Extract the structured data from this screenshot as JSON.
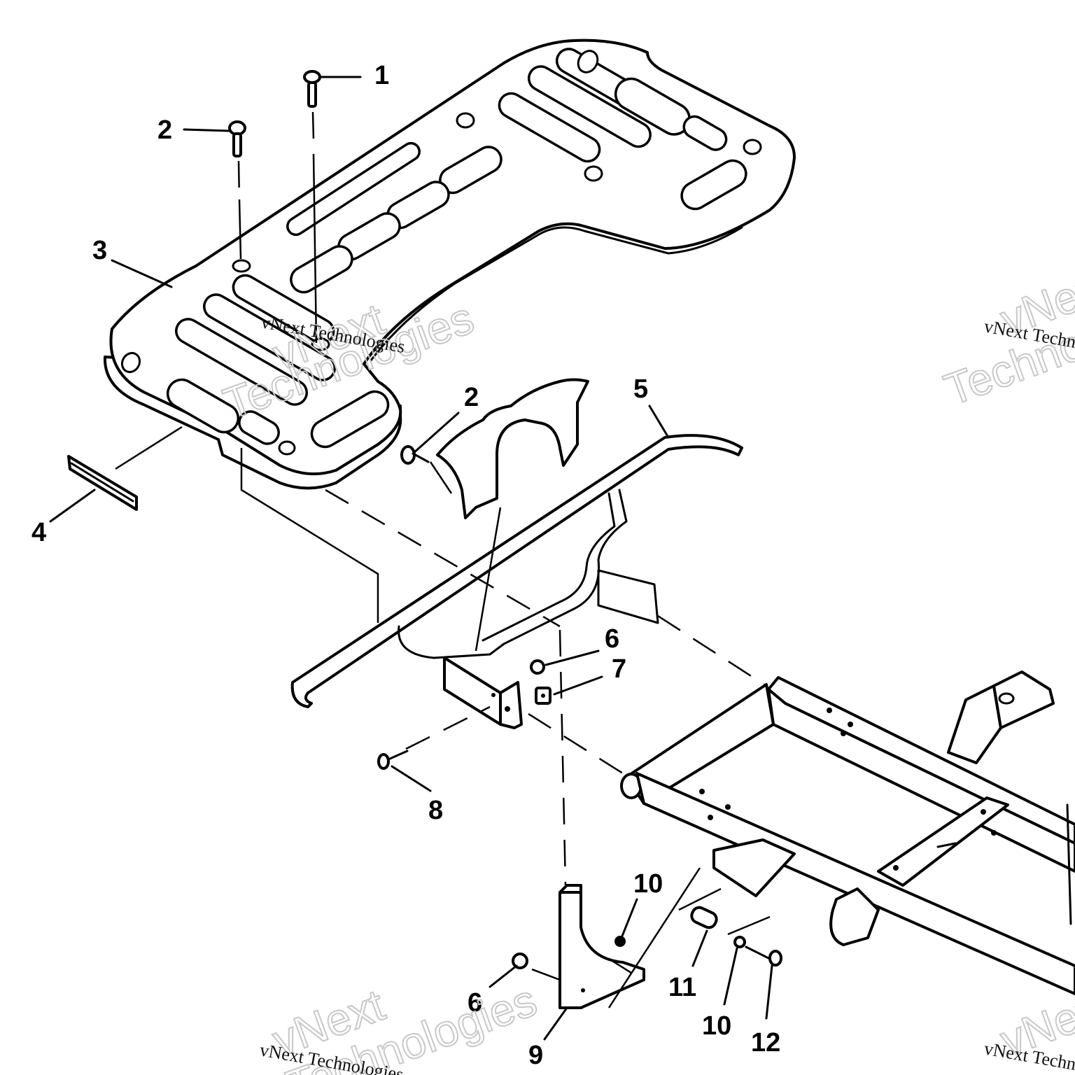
{
  "diagram": {
    "title": "Rear rack and frame exploded parts view",
    "callouts": [
      {
        "id": "c1",
        "label": "1",
        "part": "screw"
      },
      {
        "id": "c2a",
        "label": "2",
        "part": "screw"
      },
      {
        "id": "c3",
        "label": "3",
        "part": "rear rack"
      },
      {
        "id": "c2b",
        "label": "2",
        "part": "screw"
      },
      {
        "id": "c5",
        "label": "5",
        "part": "rack support tube"
      },
      {
        "id": "c4",
        "label": "4",
        "part": "reflector"
      },
      {
        "id": "c6a",
        "label": "6",
        "part": "nut"
      },
      {
        "id": "c7",
        "label": "7",
        "part": "square nut"
      },
      {
        "id": "c8",
        "label": "8",
        "part": "bolt"
      },
      {
        "id": "c10a",
        "label": "10",
        "part": "washer"
      },
      {
        "id": "c6b",
        "label": "6",
        "part": "nut"
      },
      {
        "id": "c11",
        "label": "11",
        "part": "spacer"
      },
      {
        "id": "c9",
        "label": "9",
        "part": "bracket"
      },
      {
        "id": "c10b",
        "label": "10",
        "part": "washer"
      },
      {
        "id": "c12",
        "label": "12",
        "part": "bolt"
      }
    ]
  },
  "watermarks": {
    "serif_text": "vNext Technologies",
    "outline_line1": "vNext",
    "outline_line2": "Technologies",
    "outline_color": "#c8c8c8"
  }
}
